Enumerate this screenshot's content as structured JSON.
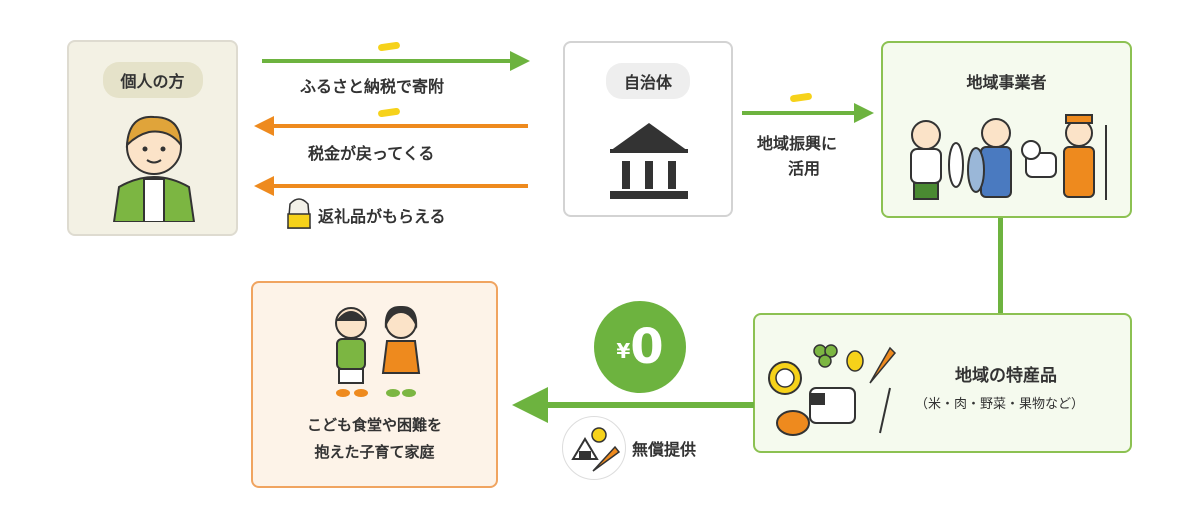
{
  "person": {
    "label": "個人の方"
  },
  "flows": {
    "donate": "ふるさと納税で寄附",
    "tax_return": "税金が戻ってくる",
    "gifts": "返礼品がもらえる",
    "regional_use_1": "地域振興に",
    "regional_use_2": "活用",
    "free_provision": "無償提供"
  },
  "municipality": {
    "label": "自治体"
  },
  "businesses": {
    "title": "地域事業者"
  },
  "products": {
    "title": "地域の特産品",
    "subtitle": "（米・肉・野菜・果物など）"
  },
  "price_badge": {
    "symbol": "¥",
    "value": "0"
  },
  "recipients": {
    "line1": "こども食堂や困難を",
    "line2": "抱えた子育て家庭"
  },
  "colors": {
    "green": "#6db33f",
    "orange": "#ee8a1e",
    "person_bg": "#f3f1e4",
    "recipient_bg": "#fdf3e8",
    "business_bg": "#f5faee"
  }
}
